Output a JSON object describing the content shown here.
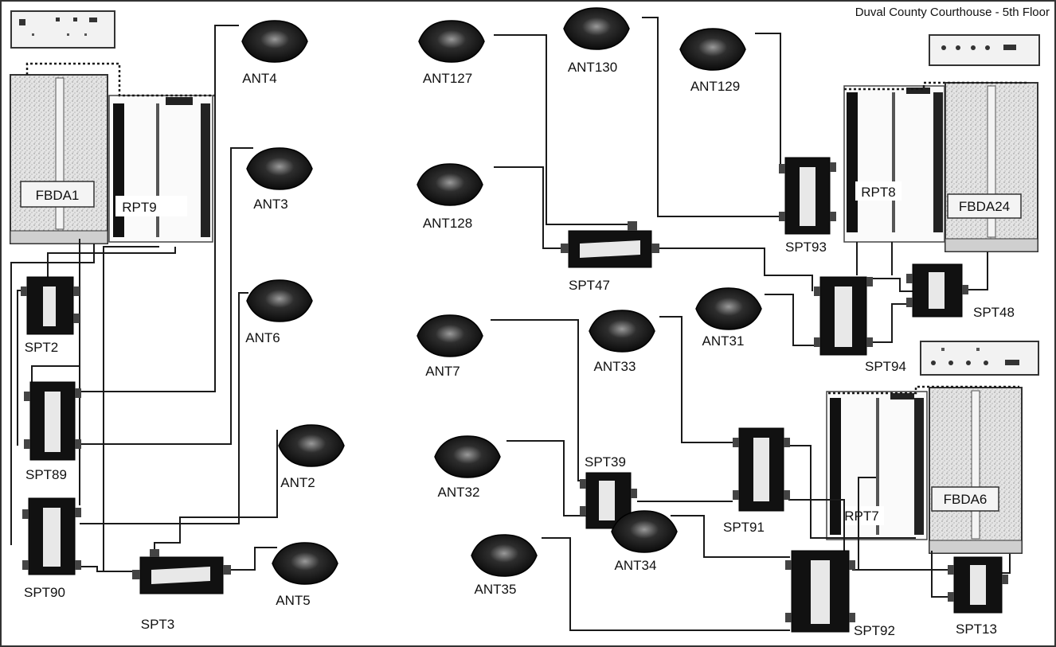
{
  "title": "Duval County Courthouse - 5th Floor",
  "colors": {
    "background": "#ffffff",
    "ink": "#1a1a1a",
    "antenna": "#111111",
    "panel": "#e6e6e6"
  },
  "repeaters": [
    {
      "id": "RPT9"
    },
    {
      "id": "RPT8"
    },
    {
      "id": "RPT7"
    }
  ],
  "amplifiers": [
    {
      "id": "FBDA1"
    },
    {
      "id": "FBDA24"
    },
    {
      "id": "FBDA6"
    }
  ],
  "antennas": [
    {
      "id": "ANT4"
    },
    {
      "id": "ANT3"
    },
    {
      "id": "ANT6"
    },
    {
      "id": "ANT2"
    },
    {
      "id": "ANT5"
    },
    {
      "id": "ANT127"
    },
    {
      "id": "ANT128"
    },
    {
      "id": "ANT130"
    },
    {
      "id": "ANT129"
    },
    {
      "id": "ANT7"
    },
    {
      "id": "ANT33"
    },
    {
      "id": "ANT31"
    },
    {
      "id": "ANT32"
    },
    {
      "id": "ANT35"
    },
    {
      "id": "ANT34"
    }
  ],
  "splitters": [
    {
      "id": "SPT2"
    },
    {
      "id": "SPT89"
    },
    {
      "id": "SPT90"
    },
    {
      "id": "SPT3"
    },
    {
      "id": "SPT47"
    },
    {
      "id": "SPT93"
    },
    {
      "id": "SPT94"
    },
    {
      "id": "SPT48"
    },
    {
      "id": "SPT39"
    },
    {
      "id": "SPT91"
    },
    {
      "id": "SPT92"
    },
    {
      "id": "SPT13"
    }
  ]
}
